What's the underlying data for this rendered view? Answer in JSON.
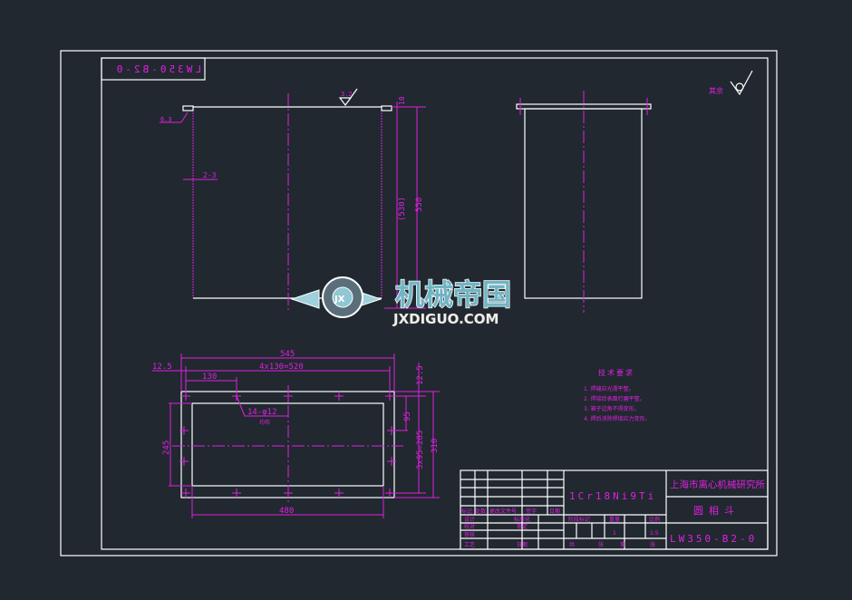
{
  "drawing": {
    "mirrored_code": "LW350-B2-0",
    "roughness_note": "其余",
    "roughness_top": "3.2",
    "left_weld_note": "6.3",
    "thickness_note": "2-3",
    "front_view": {
      "dim_top": "10",
      "dim_inner_height": "(530)",
      "dim_height": "550"
    },
    "plan_view": {
      "dim_overall_width": "545",
      "dim_hole_spacing": "4x130=520",
      "dim_edge_left": "12.5",
      "dim_pitch": "130",
      "dim_edge_right": "12.5",
      "dim_pitch_vertical": "95",
      "dim_hole_spacing_vertical": "3x95=285",
      "dim_overall_height": "310",
      "dim_inner_height": "245",
      "dim_inner_width": "480",
      "hole_callout": "14-φ12",
      "hole_note": "均布"
    },
    "tech_requirements": {
      "title": "技术要求",
      "items": [
        "1. 焊缝应光滑平整。",
        "2. 焊接后表面打磨平整。",
        "3. 箱子边角不得变形。",
        "4. 焊后消除焊接应力变形。"
      ]
    }
  },
  "title_block": {
    "material": "1Cr18Ni9Ti",
    "company": "上海市离心机械研究所",
    "part_name": "圆相斗",
    "drawing_number": "LW350-B2-0",
    "rev_headers": [
      "标记",
      "处数",
      "更改文件号",
      "签字",
      "日期"
    ],
    "roles": [
      "设计",
      "校对",
      "审核",
      "工艺"
    ],
    "roles2": [
      "标准化",
      "审定",
      "",
      "日期"
    ],
    "stage_headers": [
      "阶段标记",
      "重量",
      "比例"
    ],
    "quantity": "1",
    "scale": "1:5",
    "sheet": [
      "共",
      "张",
      "第",
      "张"
    ]
  },
  "watermark": {
    "cn": "机械帝国",
    "url": "JXDIGUO.COM"
  }
}
